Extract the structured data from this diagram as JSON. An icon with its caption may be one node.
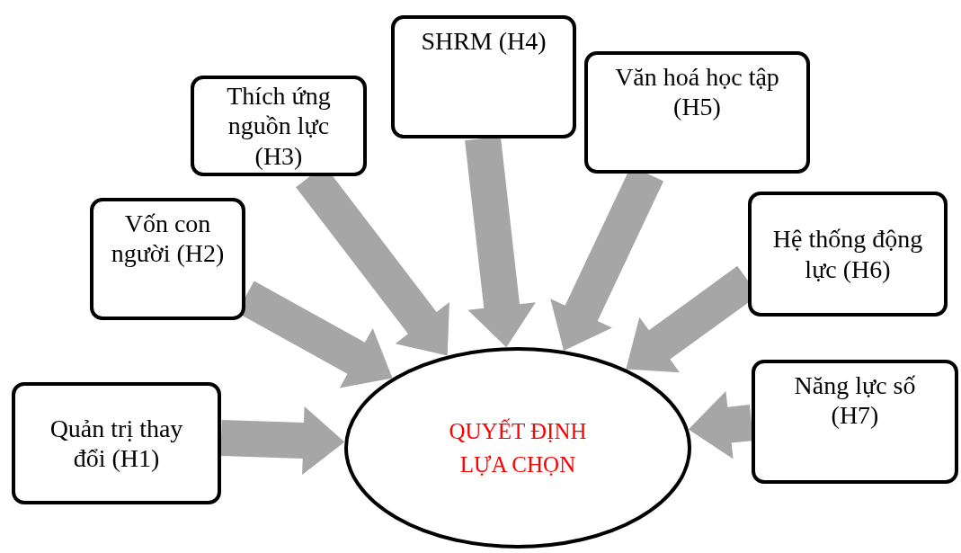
{
  "diagram": {
    "nodes": [
      {
        "text": [
          "QUYẾT ĐỊNH LỰA CHỌN"
        ]
      },
      {
        "text": [
          "Quản trị thay đổi (H1)"
        ]
      },
      {
        "text": [
          "Vốn con người (H2)"
        ]
      },
      {
        "text": [
          "Thích ứng nguồn lực (H3)"
        ]
      },
      {
        "text": [
          "SHRM (H4)"
        ]
      },
      {
        "text": [
          "Văn hoá học tập (H5)"
        ]
      },
      {
        "text": [
          "Hệ thống động lực (H6)"
        ]
      },
      {
        "text": [
          "Năng lực số (H7)"
        ]
      }
    ],
    "edges": [
      {
        "from": 1,
        "to": 0,
        "arrow": "to"
      },
      {
        "from": 2,
        "to": 0,
        "arrow": "to"
      },
      {
        "from": 3,
        "to": 0,
        "arrow": "to"
      },
      {
        "from": 4,
        "to": 0,
        "arrow": "to"
      },
      {
        "from": 5,
        "to": 0,
        "arrow": "to"
      },
      {
        "from": 6,
        "to": 0,
        "arrow": "to"
      },
      {
        "from": 7,
        "to": 0,
        "arrow": "to"
      }
    ]
  }
}
